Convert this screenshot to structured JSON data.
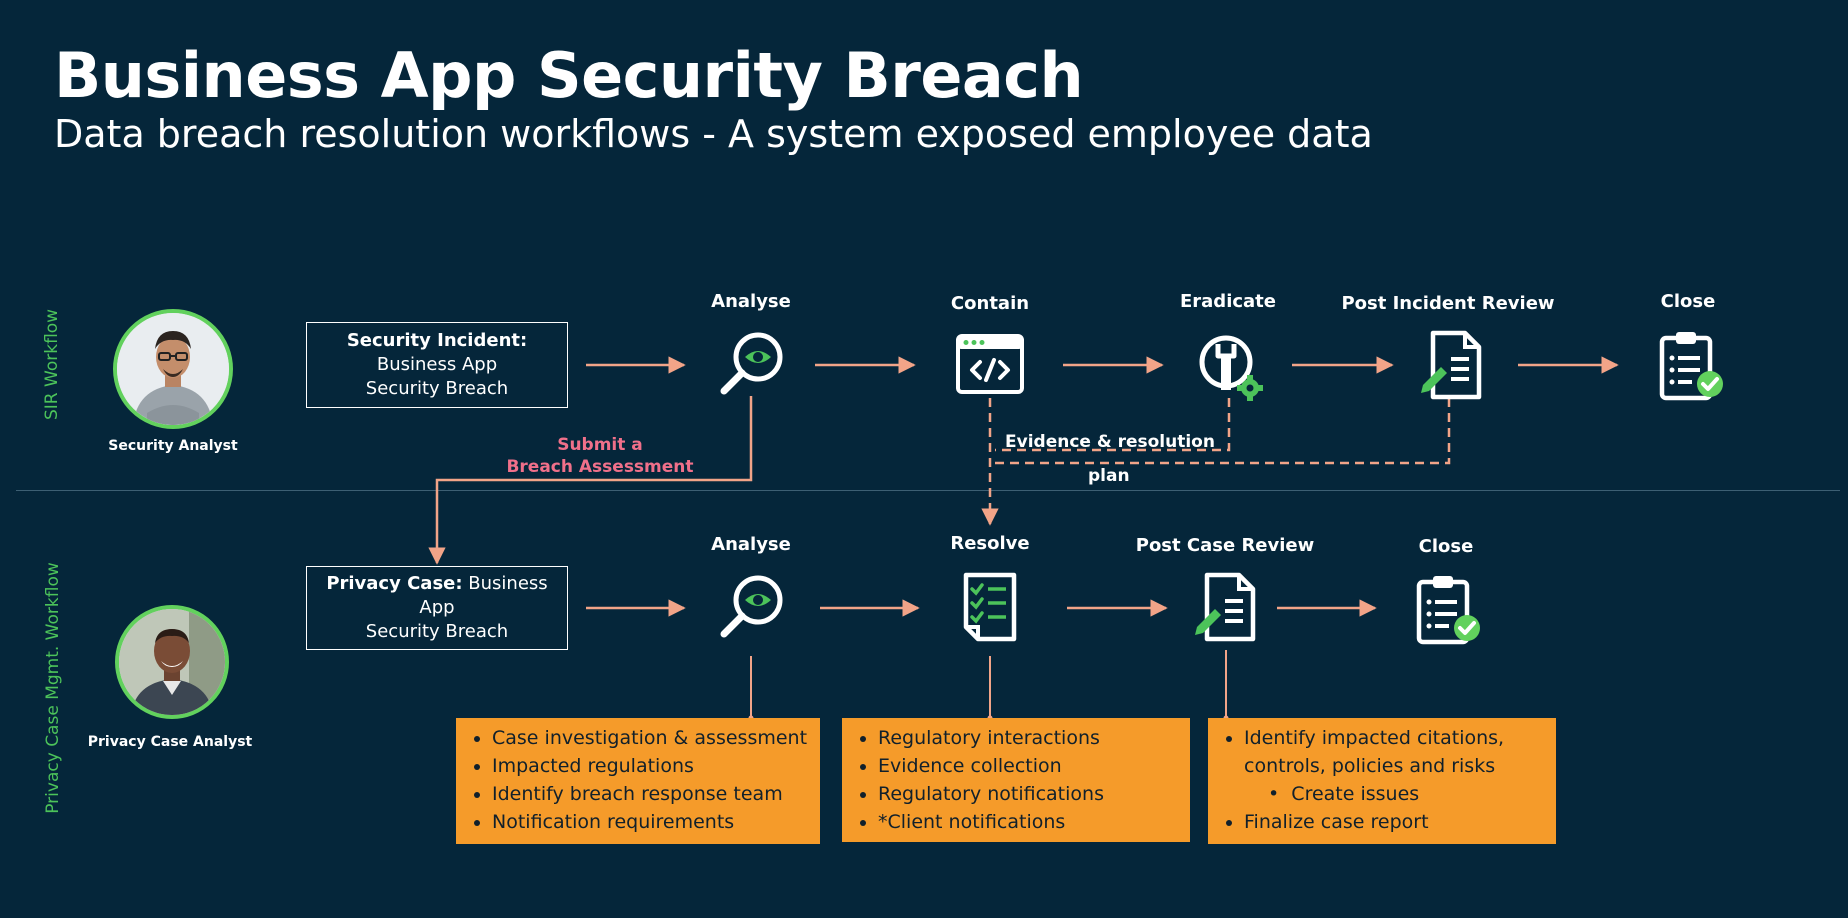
{
  "title": "Business App Security Breach",
  "subtitle": "Data breach resolution workflows - A system exposed employee data",
  "lanes": {
    "sir": {
      "label": "SIR Workflow",
      "role": "Security Analyst",
      "start_box": {
        "bold": "Security Incident:",
        "line1": "Business App",
        "line2": "Security Breach"
      },
      "steps": [
        "Analyse",
        "Contain",
        "Eradicate",
        "Post Incident Review",
        "Close"
      ]
    },
    "privacy": {
      "label": "Privacy Case Mgmt. Workflow",
      "role": "Privacy Case Analyst",
      "start_box": {
        "bold": "Privacy Case:",
        "line1": " Business",
        "line2": "App",
        "line3": "Security Breach"
      },
      "steps": [
        "Analyse",
        "Resolve",
        "Post Case Review",
        "Close"
      ]
    }
  },
  "connectors": {
    "submit_label_1": "Submit a",
    "submit_label_2": "Breach Assessment",
    "evidence_label_1": "Evidence & resolution",
    "evidence_label_2": "plan"
  },
  "notes": {
    "analyse": [
      "Case investigation & assessment",
      "Impacted regulations",
      "Identify breach response team",
      "Notification requirements"
    ],
    "resolve": [
      "Regulatory interactions",
      "Evidence collection",
      "Regulatory notifications",
      "*Client notifications"
    ],
    "review": {
      "item1_line1": "Identify impacted citations,",
      "item1_line2": "controls, policies and risks",
      "sub": "Create issues",
      "item2": "Finalize case report"
    }
  },
  "colors": {
    "background": "#05263a",
    "arrow": "#f2a488",
    "lane_label": "#4cc35a",
    "note_bg": "#f59b2a",
    "submit_label": "#f0708a",
    "check": "#62d15d"
  },
  "icons": [
    "magnifier-eye-icon",
    "code-window-icon",
    "wrench-gear-icon",
    "document-pen-icon",
    "clipboard-check-icon",
    "checklist-icon"
  ]
}
